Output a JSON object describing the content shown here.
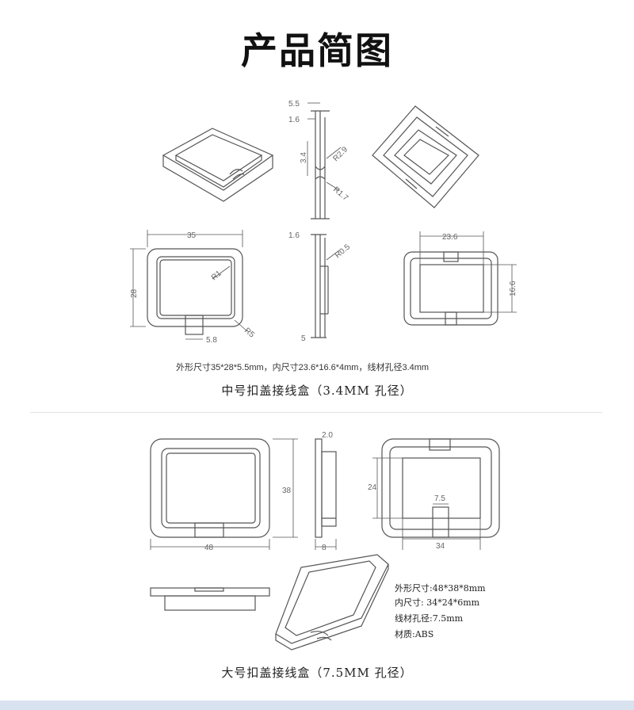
{
  "title": "产品简图",
  "medium": {
    "dims": {
      "side_top": "5.5",
      "side_wall": "1.6",
      "side_hole": "3.4",
      "side_r_outer": "R2.9",
      "side_r_inner": "R1.7",
      "front_width": "35",
      "front_height": "28",
      "front_r_inner": "R1",
      "front_r_outer": "R5",
      "front_slot": "5.8",
      "side2_wall": "1.6",
      "side2_r": "R0.5",
      "side2_base": "5",
      "inner_width": "23.6",
      "inner_height": "16.6"
    },
    "spec": "外形尺寸35*28*5.5mm，内尺寸23.6*16.6*4mm，线材孔径3.4mm",
    "caption": "中号扣盖接线盒（3.4MM 孔径）"
  },
  "large": {
    "dims": {
      "front_height": "38",
      "front_width": "48",
      "side_wall": "2.0",
      "side_depth": "8",
      "inner_height": "24",
      "inner_slot": "7.5",
      "inner_width": "34"
    },
    "spec": {
      "outer": "外形尺寸:48*38*8mm",
      "inner": "内尺寸: 34*24*6mm",
      "hole": "线材孔径:7.5mm",
      "material": "材质:ABS"
    },
    "caption": "大号扣盖接线盒（7.5MM 孔径）"
  }
}
